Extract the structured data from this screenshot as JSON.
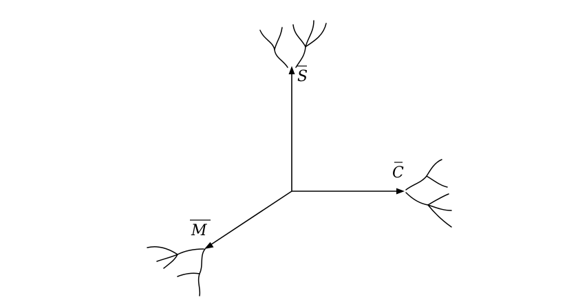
{
  "diagram": {
    "stroke_color": "#000000",
    "background_color": "#ffffff",
    "labels": {
      "s": "S",
      "c": "C",
      "m": "M"
    }
  }
}
